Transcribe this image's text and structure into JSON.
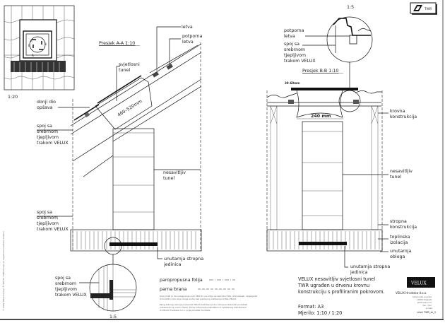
{
  "badge": {
    "label": "TWR"
  },
  "plan_view": {
    "scale": "1:20",
    "markers": [
      "A",
      "A",
      "B",
      "B"
    ]
  },
  "section_aa": {
    "title": "Presjek A-A 1:10",
    "dimension": "460–520mm",
    "labels": {
      "letva": "letva",
      "potporna_letva": [
        "potporna",
        "letva"
      ],
      "svjetlosni_tunel": [
        "svjetlosni",
        "tunel"
      ],
      "donji_dio": [
        "donji dio",
        "opšava"
      ],
      "spoj_top": [
        "spoj sa",
        "srebrnom",
        "tjepljivom",
        "trakom VELUX"
      ],
      "nesavitljiv": [
        "nesavitljiv",
        "tunel"
      ],
      "spoj_bottom": [
        "spoj sa",
        "srebrnom",
        "tjepljivom",
        "trakom VELUX"
      ],
      "unutarnja": [
        "unutarnja stropna",
        "jedinica"
      ]
    },
    "detail": {
      "labels": [
        "spoj sa",
        "srebrnom",
        "tjepljivom",
        "trakom VELUX"
      ],
      "scale": "1:5"
    }
  },
  "legend": {
    "items": [
      {
        "label": "paropropusna folija",
        "style": "dash-dot"
      },
      {
        "label": "parna brana",
        "style": "dashed"
      }
    ],
    "notes": [
      "Ovaj crtež je dio usluge koju nudi VELUX i ne smije se reproducirati, umnožavati, objavljivati",
      "ili koristiti u bilo koje druge svrhe bez pismenog odobrenja tvrtke VELUX.",
      "Zbog stalnog razvoja proizvoda VELUX zadržava pravo izmjene tehničkih podataka",
      "prikazanih na ovom crtežu. Točne informacije zatražite od ovlaštenog distributera",
      "ili VELUX Hrvatska d.o.o. prije početka montaže."
    ]
  },
  "section_bb": {
    "title": "Presjek B-B 1:10",
    "detail_scale": "1:5",
    "dim_small": "30–60mm",
    "dim_width": "240  mm",
    "labels": {
      "potporna_letva": [
        "potporna",
        "letva"
      ],
      "spoj": [
        "spoj sa",
        "srebrnom",
        "tjepljivom",
        "trakom VELUX"
      ],
      "krovna": [
        "krovna",
        "konstrukcija"
      ],
      "nesavitljiv": [
        "nesavitljiv",
        "tunel"
      ],
      "stropna": [
        "stropna",
        "konstrukcija"
      ],
      "toplinska": [
        "toplinska",
        "izolacija"
      ],
      "obloga": [
        "unutarnja",
        "obloga"
      ],
      "unutarnja": [
        "unutarnja stropna",
        "jedinica"
      ]
    }
  },
  "title_block": {
    "description": [
      "VELUX nesavitljiv svjetlosni tunel",
      "TWR ugrađen u drvenu krovnu",
      "konstrukciju s profiliranim pokrovom."
    ],
    "format": "Format: A3",
    "scale": "Mjerilo: 1:10 / 1:20",
    "logo": "VELUX",
    "company": "VELUX Hrvatska d.o.o.",
    "company_lines": [
      "Slavonska avenija",
      "10000 Zagreb",
      "www.velux.hr",
      "tel. / fax",
      "e-mail"
    ],
    "drawing_no": "crtež TWR_br_2"
  },
  "side_note": "© 2007 VELUX Group   ® VELUX i VELUX logo su registrirani zaštitni znakovi"
}
